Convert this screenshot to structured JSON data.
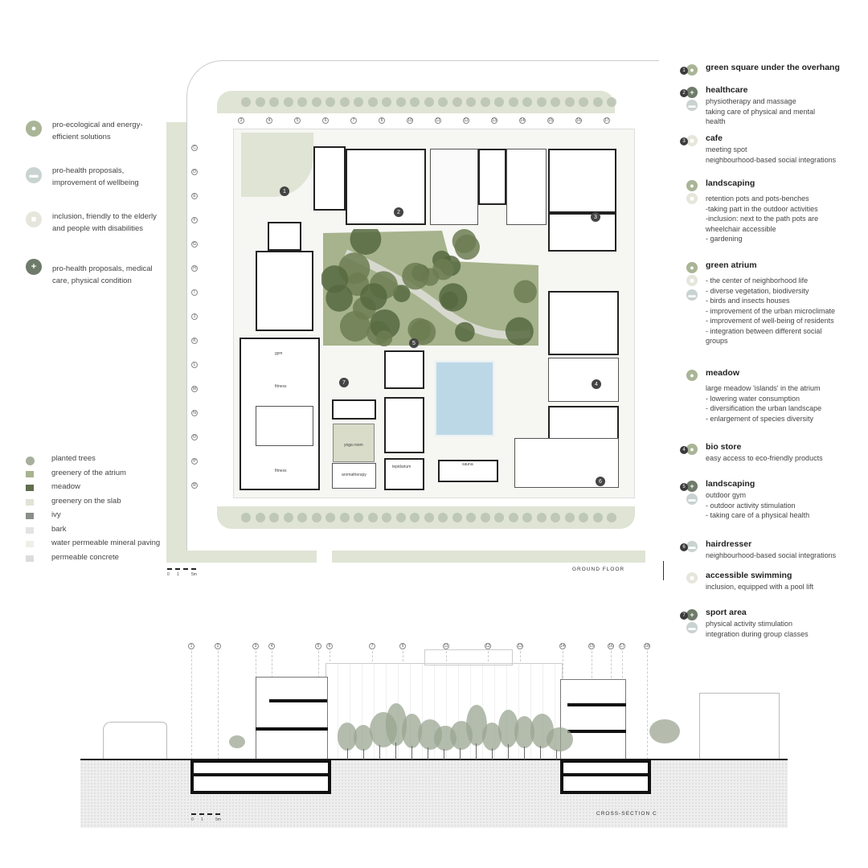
{
  "left_legend": [
    {
      "icon": "leaf-icon",
      "color": "#a9b596",
      "text": "pro-ecological and energy-efficient solutions"
    },
    {
      "icon": "heart-icon",
      "color": "#c9d3d1",
      "text": "pro-health proposals, improvement of wellbeing"
    },
    {
      "icon": "inclusion-icon",
      "color": "#e6e6dc",
      "text": "inclusion, friendly to the elderly and people with disabilities"
    },
    {
      "icon": "medical-cross-icon",
      "color": "#6f7b6a",
      "text": "pro-health proposals, medical care, physical condition"
    }
  ],
  "materials": [
    {
      "label": "planted trees",
      "color": "#a7b09c"
    },
    {
      "label": "greenery of the atrium",
      "color": "#a7b48f"
    },
    {
      "label": "meadow",
      "color": "#5f6e4a"
    },
    {
      "label": "greenery on the slab",
      "color": "#dfe4d5"
    },
    {
      "label": "ivy",
      "color": "#8a8f8a"
    },
    {
      "label": "bark",
      "color": "#e3e3e3"
    },
    {
      "label": "water permeable mineral paving",
      "color": "#f0efe6"
    },
    {
      "label": "permeable concrete",
      "color": "#dcdcdc"
    }
  ],
  "right_legend": [
    {
      "num": "1",
      "title": "green square under the overhang",
      "lines": []
    },
    {
      "num": "2",
      "title": "healthcare",
      "lines": [
        "physiotherapy and massage",
        "taking care of physical and mental",
        "health"
      ]
    },
    {
      "num": "3",
      "title": "cafe",
      "lines": [
        "meeting spot",
        "neighbourhood-based social integrations"
      ]
    },
    {
      "num": "",
      "title": "landscaping",
      "lines": [
        "retention pots and pots-benches",
        "-taking part in the outdoor activities",
        "-inclusion: next to the path pots are",
        "wheelchair accessible",
        "-  gardening"
      ]
    },
    {
      "num": "",
      "title": "green atrium",
      "lines": [
        "-  the center of neighborhood life",
        "- diverse vegetation, biodiversity",
        "-  birds and insects houses",
        "-  improvement of the urban microclimate",
        "-  improvement of well-being of residents",
        "-  integration between different social",
        "groups"
      ]
    },
    {
      "num": "",
      "title": "meadow",
      "lines": [
        "large meadow 'islands' in the atrium",
        "- lowering water consumption",
        "- diversification the urban landscape",
        "- enlargement of species diversity"
      ]
    },
    {
      "num": "4",
      "title": "bio store",
      "lines": [
        "easy access to eco-friendly products"
      ]
    },
    {
      "num": "5",
      "title": "landscaping",
      "lines": [
        "outdoor gym",
        "-  outdoor activity stimulation",
        "-  taking care of a physical health"
      ]
    },
    {
      "num": "6",
      "title": "hairdresser",
      "lines": [
        "neighbourhood-based social integrations"
      ]
    },
    {
      "num": "",
      "title": "accessible swimming",
      "lines": [
        "inclusion, equipped with a pool lift"
      ]
    },
    {
      "num": "7",
      "title": "sport area",
      "lines": [
        "physical activity stimulation",
        "integration during group classes"
      ]
    }
  ],
  "plan": {
    "title": "GROUND FLOOR",
    "scale": {
      "start": "0",
      "mid": "1",
      "end": "5m"
    },
    "rooms": {
      "gym": "gym",
      "fitness1": "fitness",
      "fitness2": "fitness",
      "yoga": "yoga room",
      "aroma": "aromatherapy",
      "tepid": "tepidarium",
      "sauna": "sauna"
    },
    "markers": [
      "1",
      "2",
      "3",
      "4",
      "5",
      "6",
      "7"
    ],
    "axes_top": [
      "3",
      "4",
      "5",
      "6",
      "7",
      "8",
      "10",
      "11",
      "12",
      "13",
      "14",
      "15",
      "16",
      "17"
    ],
    "axes_left": [
      "C",
      "D",
      "E",
      "F",
      "G",
      "H",
      "I",
      "J",
      "K",
      "L",
      "M",
      "N",
      "O",
      "P",
      "R"
    ]
  },
  "section": {
    "title": "CROSS-SECTION C",
    "scale": {
      "start": "0",
      "mid": "1",
      "end": "5m"
    },
    "axes": [
      "1",
      "2",
      "3",
      "4",
      "5",
      "6",
      "7",
      "9",
      "11",
      "12",
      "13",
      "14",
      "15",
      "16",
      "17",
      "18"
    ]
  }
}
